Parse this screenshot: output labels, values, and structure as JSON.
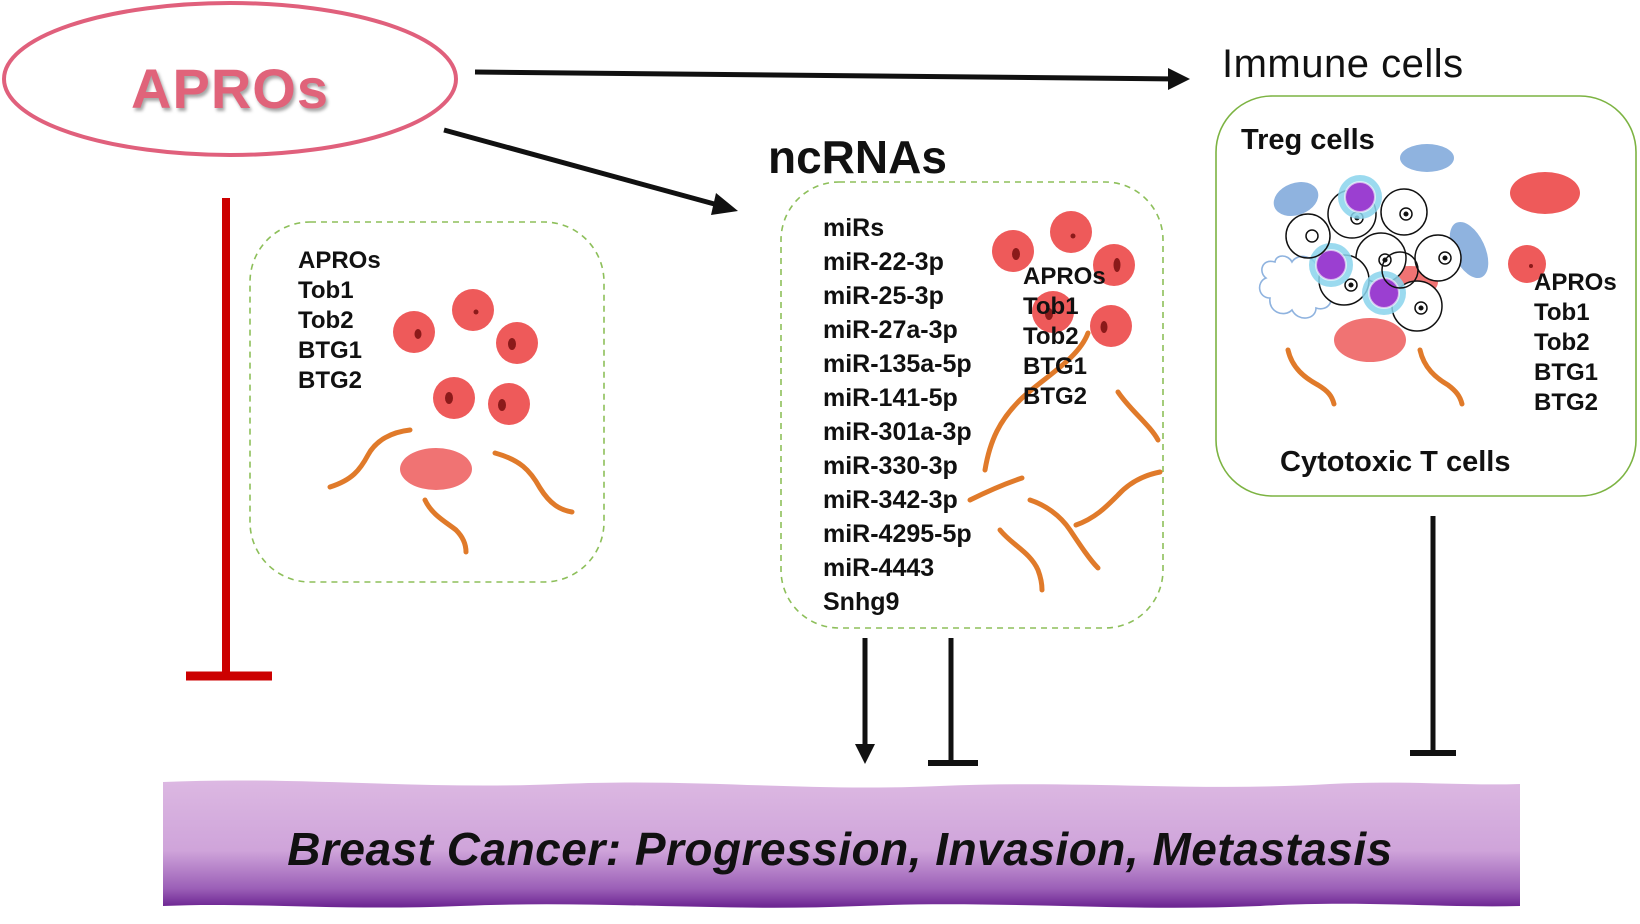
{
  "apros_label": "APROs",
  "immune_title": "Immune cells",
  "ncrnas_title": "ncRNAs",
  "treg_label": "Treg cells",
  "cytotoxic_label": "Cytotoxic T cells",
  "left_box_items": [
    "APROs",
    "Tob1",
    "Tob2",
    "BTG1",
    "BTG2"
  ],
  "mirna_items": [
    "miRs",
    "miR-22-3p",
    "miR-25-3p",
    "miR-27a-3p",
    "miR-135a-5p",
    "miR-141-5p",
    "miR-301a-3p",
    "miR-330-3p",
    "miR-342-3p",
    "miR-4295-5p",
    "miR-4443",
    "Snhg9"
  ],
  "mid_box_items": [
    "APROs",
    "Tob1",
    "Tob2",
    "BTG1",
    "BTG2"
  ],
  "right_box_items": [
    "APROs",
    "Tob1",
    "Tob2",
    "BTG1",
    "BTG2"
  ],
  "banner_text": "Breast Cancer: Progression, Invasion, Metastasis",
  "colors": {
    "apros_text": "#e0637a",
    "apros_ellipse": "#e0607c",
    "inhibit_bar": "#cc0000",
    "cell": "#ee5a5a",
    "nucleus": "#8b1a1a",
    "rna_strand": "#e07a2a",
    "box_border_dashed": "#8dbf5a",
    "box_border_solid": "#7cb342",
    "treg_nucleus": "#9b3fd1",
    "treg_halo": "#8ad3ec",
    "blue_cell": "#8fb3df",
    "banner_top": "#d9b3df",
    "banner_bottom": "#7a2f98"
  },
  "icons": [
    "red-blood-cell-icon",
    "rna-strand-icon",
    "t-cell-icon",
    "treg-cell-icon",
    "cloud-cell-icon"
  ]
}
